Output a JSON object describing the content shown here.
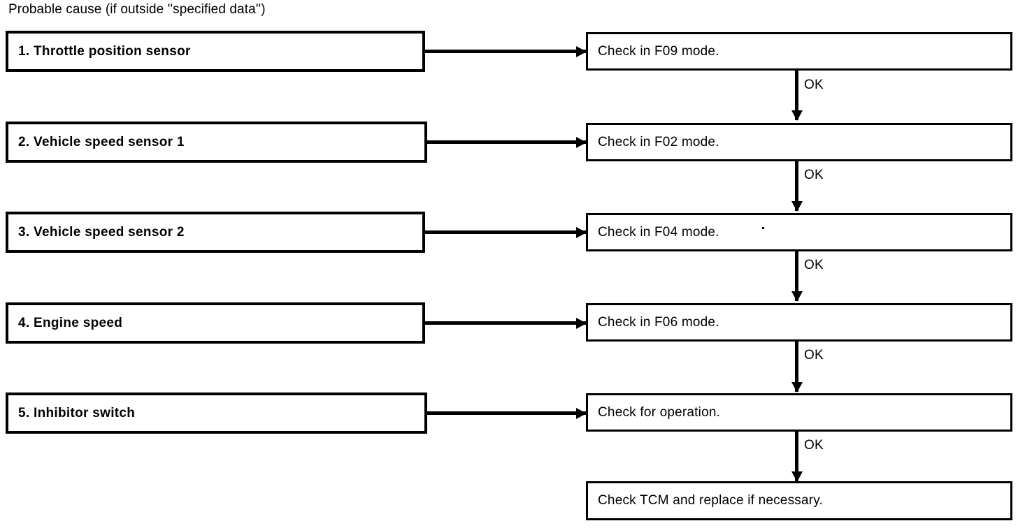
{
  "diagram": {
    "caption": "Probable cause (if outside ''specified data'')",
    "ok_label": "OK",
    "colors": {
      "ink": "#000000",
      "paper": "#ffffff"
    },
    "rows": [
      {
        "cause": "1. Throttle position sensor",
        "check": "Check in F09 mode."
      },
      {
        "cause": "2. Vehicle speed sensor 1",
        "check": "Check in F02 mode."
      },
      {
        "cause": "3. Vehicle speed sensor 2",
        "check": "Check in F04 mode."
      },
      {
        "cause": "4. Engine speed",
        "check": "Check in F06 mode."
      },
      {
        "cause": "5. Inhibitor switch",
        "check": "Check for operation."
      }
    ],
    "final_step": "Check TCM and replace if necessary."
  }
}
